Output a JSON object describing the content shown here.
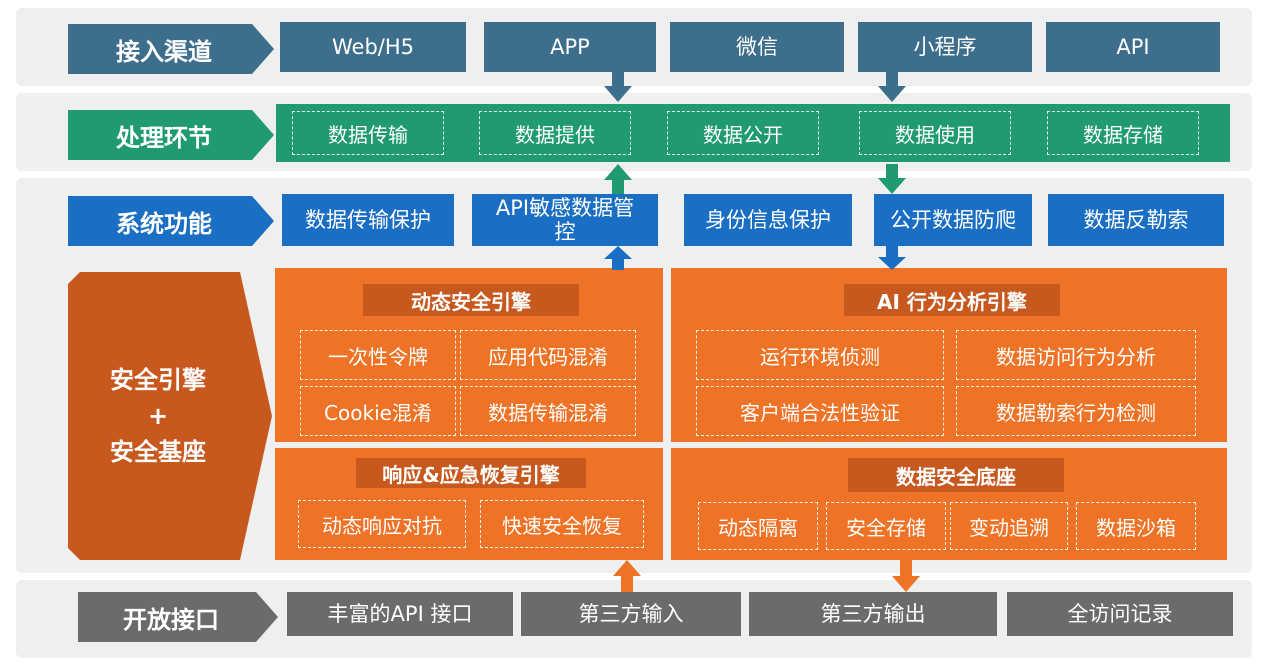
{
  "rows": {
    "access": {
      "label": "接入渠道",
      "items": [
        "Web/H5",
        "APP",
        "微信",
        "小程序",
        "API"
      ]
    },
    "processing": {
      "label": "处理环节",
      "items": [
        "数据传输",
        "数据提供",
        "数据公开",
        "数据使用",
        "数据存储"
      ]
    },
    "system": {
      "label": "系统功能",
      "items": [
        "数据传输保护",
        "API敏感数据管控",
        "身份信息保护",
        "公开数据防爬",
        "数据反勒索"
      ]
    },
    "engine": {
      "label_line1": "安全引擎",
      "label_line2": "+",
      "label_line3": "安全基座",
      "dynamic": {
        "title": "动态安全引擎",
        "items": [
          "一次性令牌",
          "应用代码混淆",
          "Cookie混淆",
          "数据传输混淆"
        ]
      },
      "ai": {
        "title": "AI 行为分析引擎",
        "items": [
          "运行环境侦测",
          "数据访问行为分析",
          "客户端合法性验证",
          "数据勒索行为检测"
        ]
      },
      "response": {
        "title": "响应&应急恢复引擎",
        "items": [
          "动态响应对抗",
          "快速安全恢复"
        ]
      },
      "base": {
        "title": "数据安全底座",
        "items": [
          "动态隔离",
          "安全存储",
          "变动追溯",
          "数据沙箱"
        ]
      }
    },
    "open": {
      "label": "开放接口",
      "items": [
        "丰富的API 接口",
        "第三方输入",
        "第三方输出",
        "全访问记录"
      ]
    }
  },
  "colors": {
    "access": "#3d6f8c",
    "processing": "#1f9a72",
    "system": "#1a6fc4",
    "engine": "#ef7326",
    "engine_dark": "#c7581e",
    "open": "#6b6b6b"
  }
}
